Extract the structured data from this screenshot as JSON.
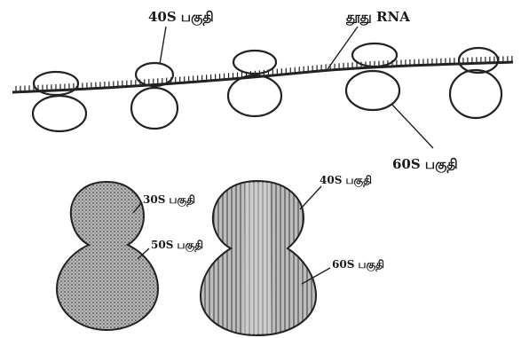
{
  "diagram": {
    "polysome": {
      "labels": {
        "small_subunit": "40S பகுதி",
        "mrna": "தூது RNA",
        "large_subunit": "60S பகுதி"
      }
    },
    "ribosomes": {
      "prokaryotic": {
        "small_label": "30S பகுதி",
        "large_label": "50S பகுதி"
      },
      "eukaryotic": {
        "small_label": "40S பகுதி",
        "large_label": "60S பகுதி"
      }
    },
    "colors": {
      "ink": "#222222",
      "stipple_fill": "#8a8a8a",
      "background": "#ffffff"
    }
  }
}
